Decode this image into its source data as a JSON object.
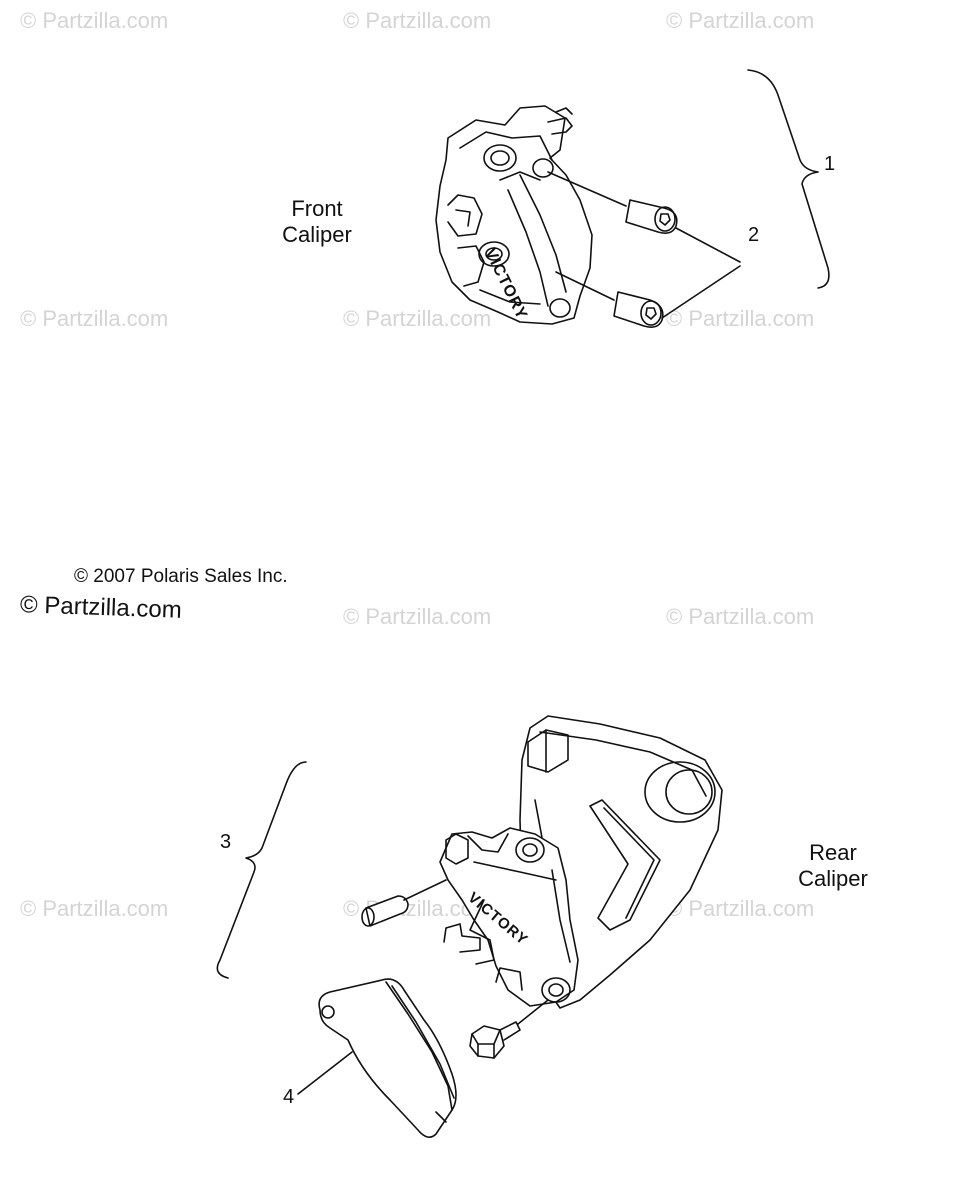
{
  "watermark": "© Partzilla.com",
  "labels": {
    "front": "Front\nCaliper",
    "rear": "Rear\nCaliper",
    "copyright": "© 2007 Polaris Sales Inc.",
    "partzilla": "© Partzilla.com",
    "caliper_logo": "VICTORY"
  },
  "callouts": [
    "1",
    "2",
    "3",
    "4"
  ]
}
